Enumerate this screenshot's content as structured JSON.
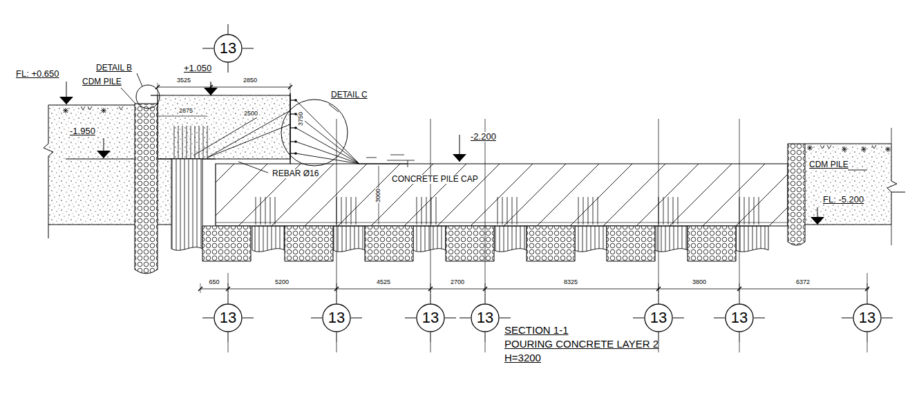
{
  "diagram": {
    "title": "SECTION 1-1",
    "nodes": [
      {
        "text": [
          "13"
        ]
      },
      {
        "text": [
          "13"
        ]
      },
      {
        "text": [
          "13"
        ]
      },
      {
        "text": [
          "13"
        ]
      },
      {
        "text": [
          "13"
        ]
      },
      {
        "text": [
          "13"
        ]
      },
      {
        "text": [
          "13"
        ]
      },
      {
        "text": [
          "13"
        ]
      }
    ],
    "labels": [
      "FL: +0.650",
      "CDM PILE",
      "DETAIL B",
      "+1.050",
      "3525",
      "2850",
      "DETAIL C",
      "2875",
      "-1.950",
      "REBAR Ø16",
      "-2.200",
      "CONCRETE PILE CAP",
      "3000",
      "CDM PILE",
      "FL: -5.200",
      "650",
      "5200",
      "4525",
      "2700",
      "8325",
      "3800",
      "6372",
      "3750",
      "2500",
      "POURING CONCRETE LAYER 2",
      "H=3200"
    ]
  }
}
